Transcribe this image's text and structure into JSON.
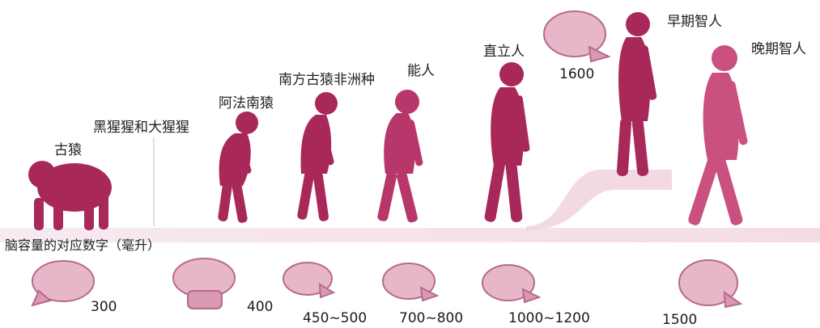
{
  "species": [
    {
      "name": "古猿",
      "capacity": "300"
    },
    {
      "name": "黑猩猩和大猩猩",
      "capacity": "400"
    },
    {
      "name": "阿法南猿",
      "capacity": "450~500"
    },
    {
      "name": "南方古猿非洲种",
      "capacity": "700~800"
    },
    {
      "name": "能人",
      "capacity": "1000~1200"
    },
    {
      "name": "直立人",
      "capacity": "1600"
    },
    {
      "name": "早期智人",
      "capacity": "1500"
    },
    {
      "name": "晚期智人",
      "capacity": ""
    }
  ],
  "caption": "脑容量的对应数字（毫升）",
  "colors": {
    "figure": "#a8285a",
    "figure_light": "#c9507f",
    "skull": "#e7b7c9",
    "skull_dark": "#b66a8a",
    "ground": "#f3dbe5"
  }
}
